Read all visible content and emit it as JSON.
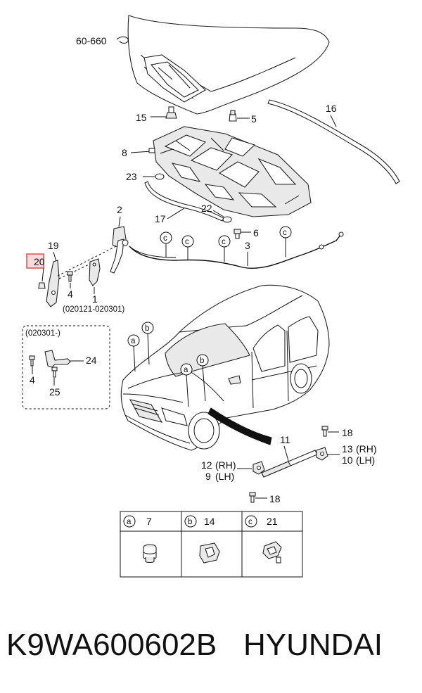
{
  "callouts": {
    "c60660": "60-660",
    "c15": "15",
    "c5": "5",
    "c16": "16",
    "c8": "8",
    "c23": "23",
    "c22": "22",
    "c17": "17",
    "c2": "2",
    "c6": "6",
    "c3": "3",
    "c19": "19",
    "c20": "20",
    "c4a": "4",
    "c1": "1",
    "date_range": "(020121-020301)",
    "inset_date": "(020301-)",
    "c24": "24",
    "c4b": "4",
    "c25": "25",
    "c18a": "18",
    "c11": "11",
    "c13": "13",
    "c13_side": "(RH)",
    "c10": "10",
    "c10_side": "(LH)",
    "c12": "12",
    "c12_side": "(RH)",
    "c9": "9",
    "c9_side": "(LH)",
    "c18b": "18"
  },
  "ref_letters": {
    "a": "a",
    "b": "b",
    "c": "c"
  },
  "legend": [
    {
      "letter": "a",
      "num": "7"
    },
    {
      "letter": "b",
      "num": "14"
    },
    {
      "letter": "c",
      "num": "21"
    }
  ],
  "footer": {
    "part_number": "K9WA600602B",
    "brand": "HYUNDAI"
  },
  "colors": {
    "highlight_box": "#d9534f",
    "highlight_fill": "#f7dada"
  }
}
